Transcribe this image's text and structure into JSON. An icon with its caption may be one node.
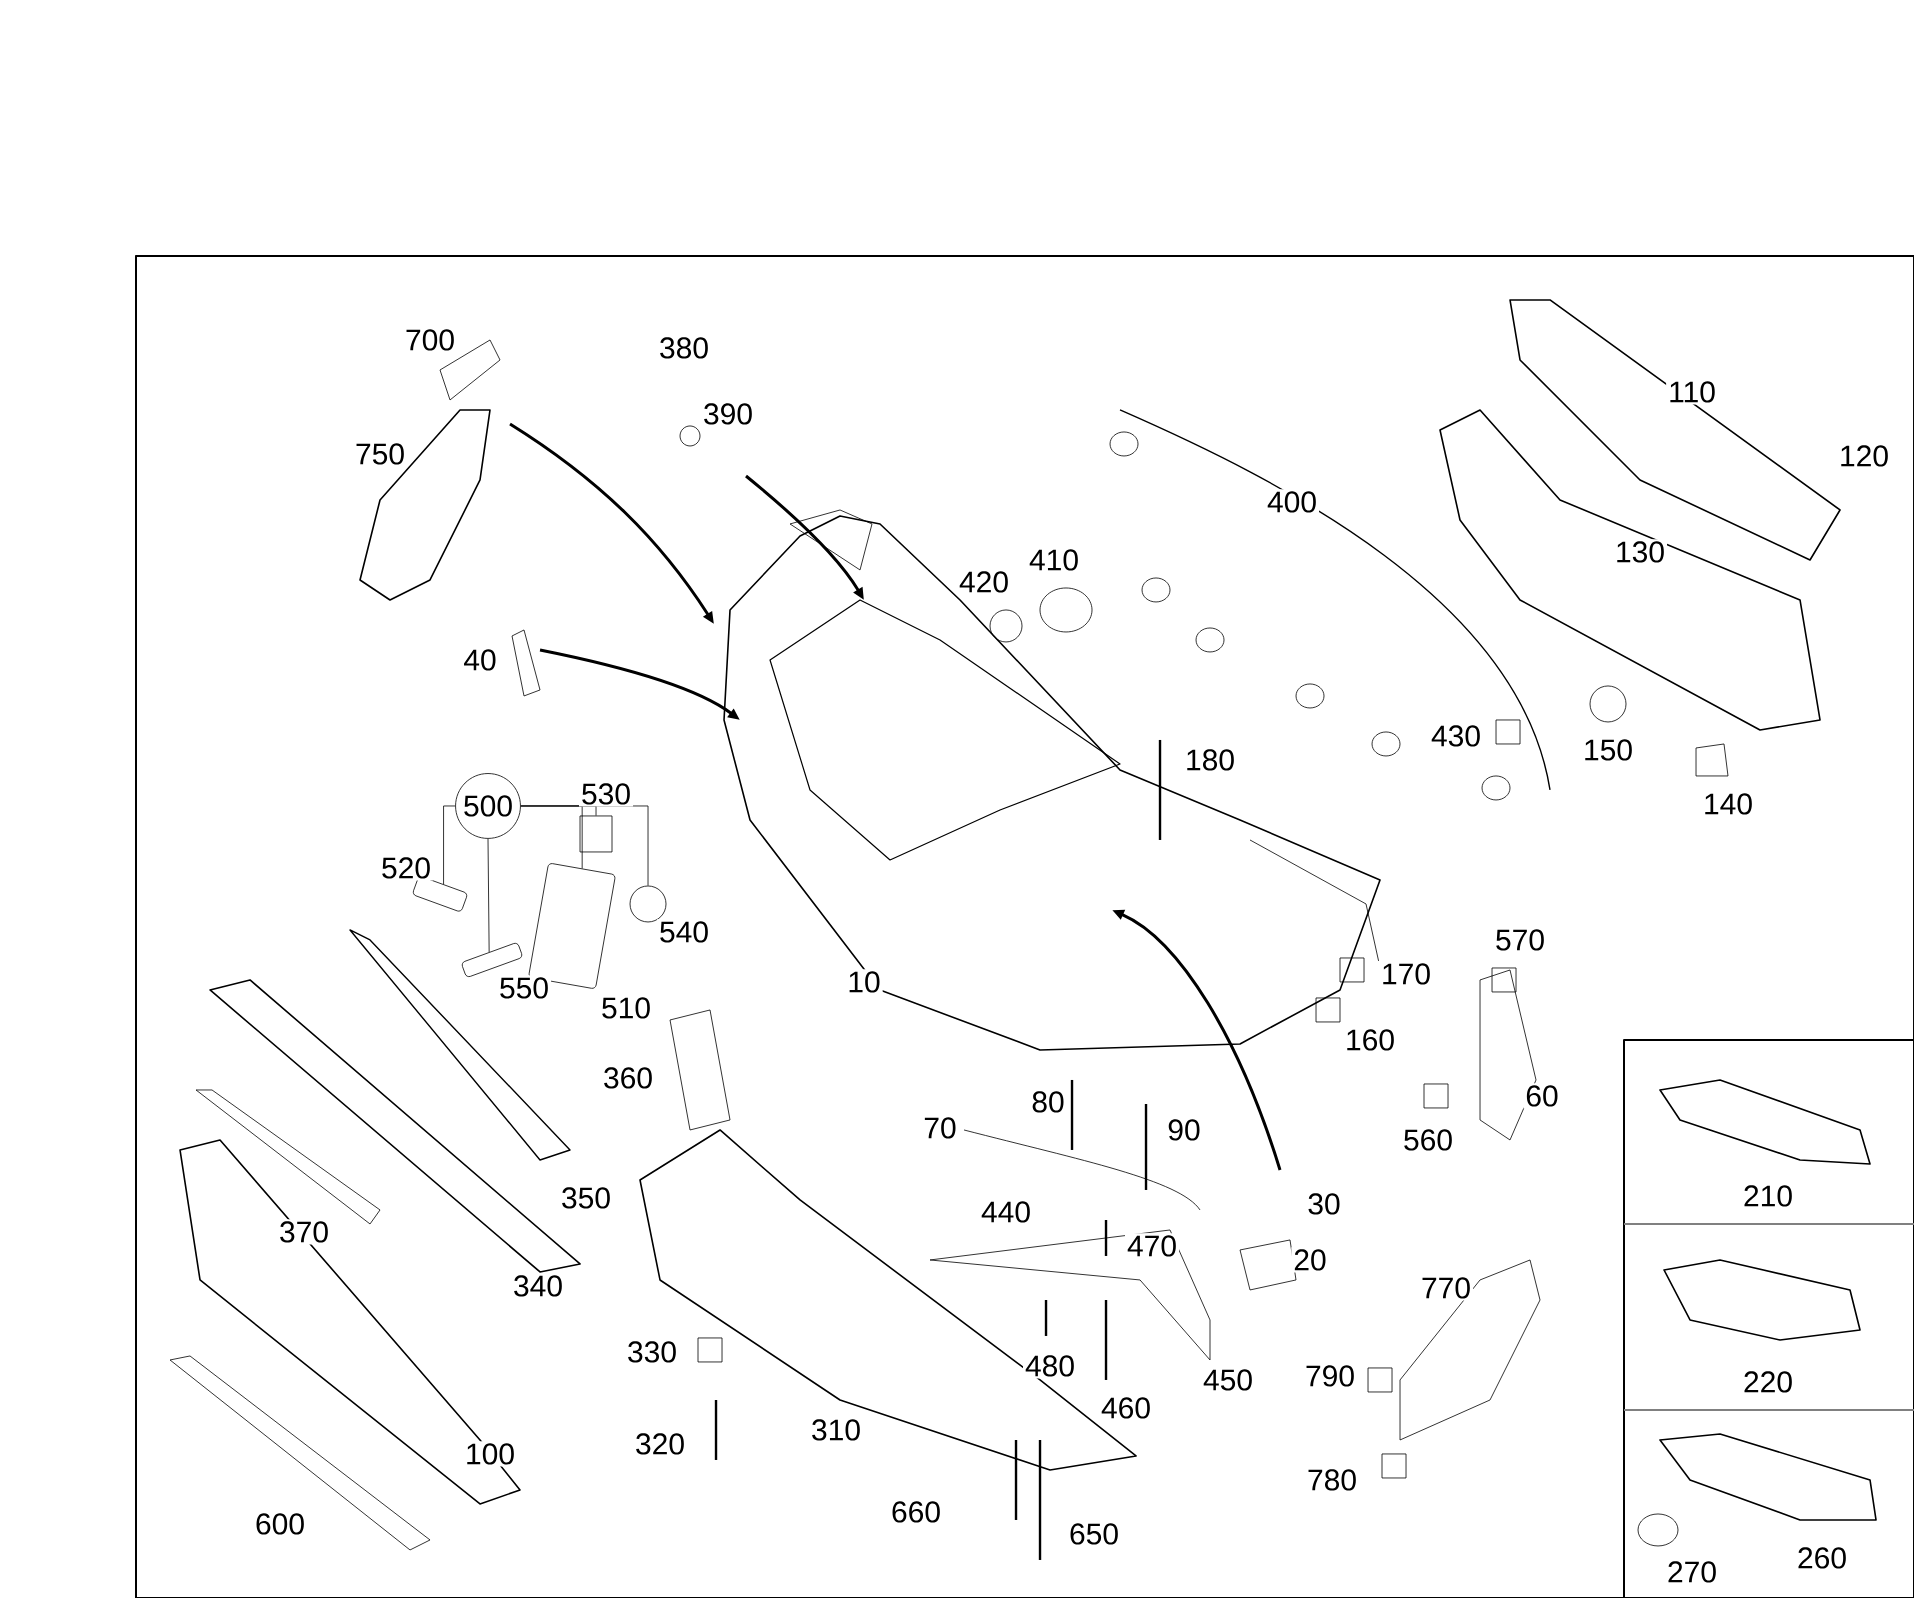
{
  "diagram": {
    "nodes": [
      {
        "text": [
          "500"
        ]
      },
      {
        "text": [],
        "shape": "picture"
      },
      {
        "text": [],
        "shape": "picture"
      },
      {
        "text": [],
        "shape": "picture"
      },
      {
        "text": [],
        "shape": "box"
      },
      {
        "text": [],
        "shape": "circle"
      },
      {
        "text": [
          "170"
        ]
      }
    ],
    "edges": [
      {
        "from": 0,
        "to": 1,
        "arrow": "none"
      },
      {
        "from": 0,
        "to": 2,
        "arrow": "none"
      },
      {
        "from": 0,
        "to": 3,
        "arrow": "none"
      },
      {
        "from": 0,
        "to": 4,
        "arrow": "none"
      },
      {
        "from": 0,
        "to": 5,
        "arrow": "none"
      },
      {
        "from": 6,
        "to": null,
        "arrow": "none"
      }
    ],
    "labels": [
      "700",
      "380",
      "390",
      "750",
      "110",
      "120",
      "400",
      "410",
      "420",
      "130",
      "40",
      "180",
      "430",
      "150",
      "140",
      "530",
      "520",
      "540",
      "550",
      "510",
      "10",
      "570",
      "160",
      "360",
      "80",
      "90",
      "60",
      "560",
      "70",
      "350",
      "370",
      "440",
      "470",
      "30",
      "210",
      "340",
      "20",
      "770",
      "450",
      "330",
      "480",
      "790",
      "460",
      "310",
      "100",
      "320",
      "780",
      "660",
      "650",
      "600",
      "220",
      "270",
      "260"
    ]
  }
}
